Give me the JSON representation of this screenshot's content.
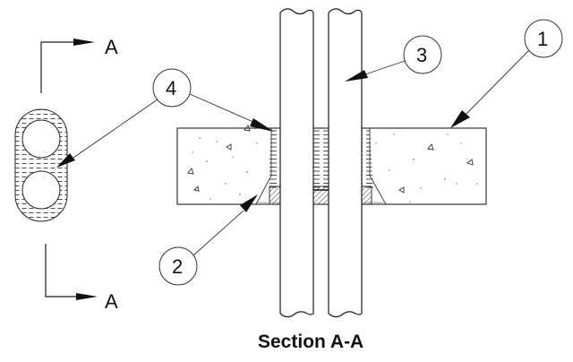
{
  "diagram": {
    "title": "Section A-A",
    "section_marks": [
      "A",
      "A"
    ],
    "callouts": [
      {
        "number": "1",
        "target": "concrete slab"
      },
      {
        "number": "2",
        "target": "sealant fillet"
      },
      {
        "number": "3",
        "target": "pipe"
      },
      {
        "number": "4",
        "target": "firestop fill material"
      },
      {
        "number": "4",
        "target": "firestop fill material (plan view)"
      }
    ]
  }
}
